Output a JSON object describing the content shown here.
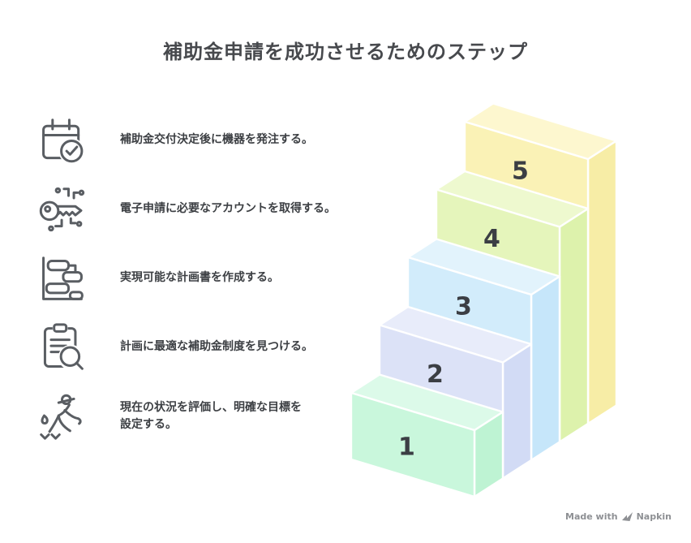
{
  "title": "補助金申請を成功させるためのステップ",
  "colors": {
    "title-color": "#47494d",
    "text-color": "#3c3f43",
    "icon-color": "#5a5e63",
    "number-color": "#3b3e44",
    "edge-color": "#ffffff",
    "watermark-color": "#8e9094"
  },
  "list": [
    {
      "icon": "calendar-check-icon",
      "text": "補助金交付決定後に機器を発注する。"
    },
    {
      "icon": "digital-key-icon",
      "text": "電子申請に必要なアカウントを取得する。"
    },
    {
      "icon": "plan-chart-icon",
      "text": "実現可能な計画書を作成する。"
    },
    {
      "icon": "clipboard-search-icon",
      "text": "計画に最適な補助金制度を見つける。"
    },
    {
      "icon": "sower-person-icon",
      "text": "現在の状況を評価し、明確な目標を設定する。"
    }
  ],
  "stairs": {
    "type": "staircase-3d",
    "steps": [
      {
        "label": "1",
        "front": "#c9f7dc",
        "top": "#dcfae9",
        "side": "#bef3d3"
      },
      {
        "label": "2",
        "front": "#dce2f7",
        "top": "#e8ecfa",
        "side": "#d2dbf5"
      },
      {
        "label": "3",
        "front": "#d2ecfb",
        "top": "#e2f3fc",
        "side": "#c6e6fa"
      },
      {
        "label": "4",
        "front": "#e5f5bb",
        "top": "#eef9cf",
        "side": "#ddf2ac"
      },
      {
        "label": "5",
        "front": "#faf2b6",
        "top": "#fdf7cf",
        "side": "#f7eda6"
      }
    ]
  },
  "watermark": {
    "prefix": "Made with",
    "brand": "Napkin"
  }
}
